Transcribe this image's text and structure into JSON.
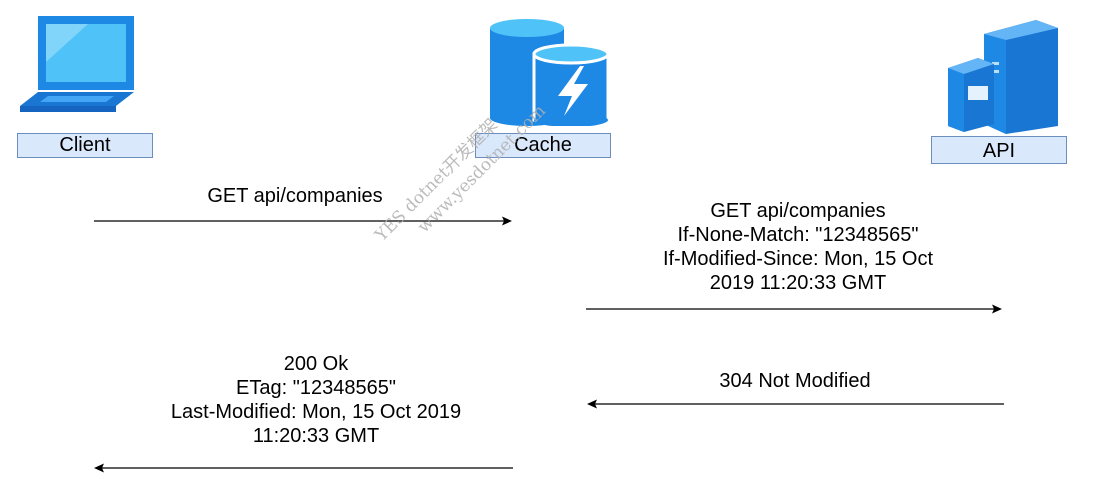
{
  "nodes": {
    "client": {
      "label": "Client",
      "icon": "laptop-icon"
    },
    "cache": {
      "label": "Cache",
      "icon": "cache-database-icon"
    },
    "api": {
      "label": "API",
      "icon": "server-icon"
    }
  },
  "messages": {
    "client_to_cache": {
      "lines": [
        "GET api/companies"
      ],
      "direction": "right"
    },
    "cache_to_api": {
      "lines": [
        "GET api/companies",
        "If-None-Match: \"12348565\"",
        "If-Modified-Since: Mon, 15 Oct",
        "2019 11:20:33 GMT"
      ],
      "direction": "right"
    },
    "api_to_cache": {
      "lines": [
        "304 Not Modified"
      ],
      "direction": "left"
    },
    "cache_to_client": {
      "lines": [
        "200 Ok",
        "ETag: \"12348565\"",
        "Last-Modified: Mon, 15 Oct 2019",
        "11:20:33 GMT"
      ],
      "direction": "left"
    }
  },
  "watermark": {
    "line1": "YES dotnet开发框架",
    "line2": "www.yesdotnet.com"
  },
  "colors": {
    "label_fill": "#dae8fc",
    "label_border": "#6c8ebf",
    "icon_blue": "#1e88e5",
    "icon_light": "#4fc3f7"
  }
}
